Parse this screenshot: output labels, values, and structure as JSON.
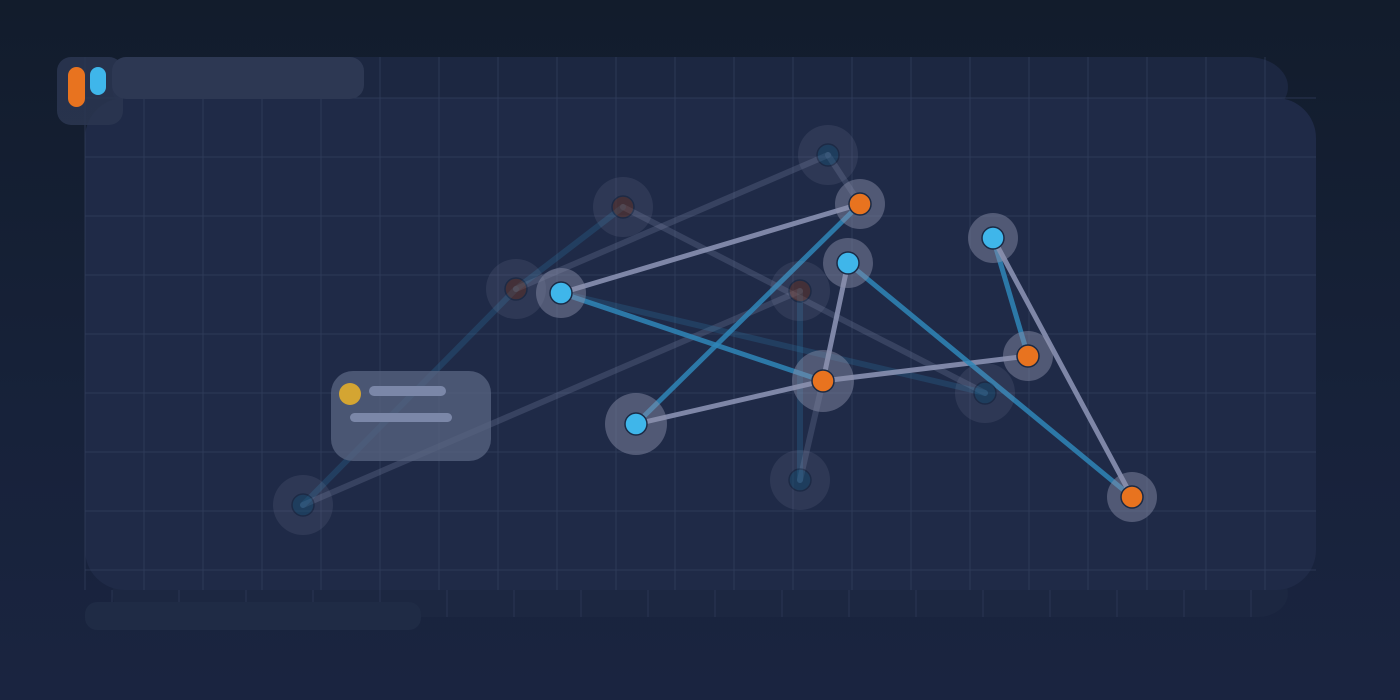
{
  "colors": {
    "background": "#141e30",
    "panel": "#1f2a47",
    "grid": "#34405e",
    "blue_node": "#3fb6ea",
    "orange_node": "#e8731f",
    "blue_edge": "#2f86b8",
    "white_edge": "#8f97b8",
    "legend_dot": "#d4a532"
  },
  "legend_chip": {
    "icons": [
      "orange-pill",
      "blue-pill"
    ]
  },
  "tooltip": {
    "icon": "yellow-dot"
  }
}
